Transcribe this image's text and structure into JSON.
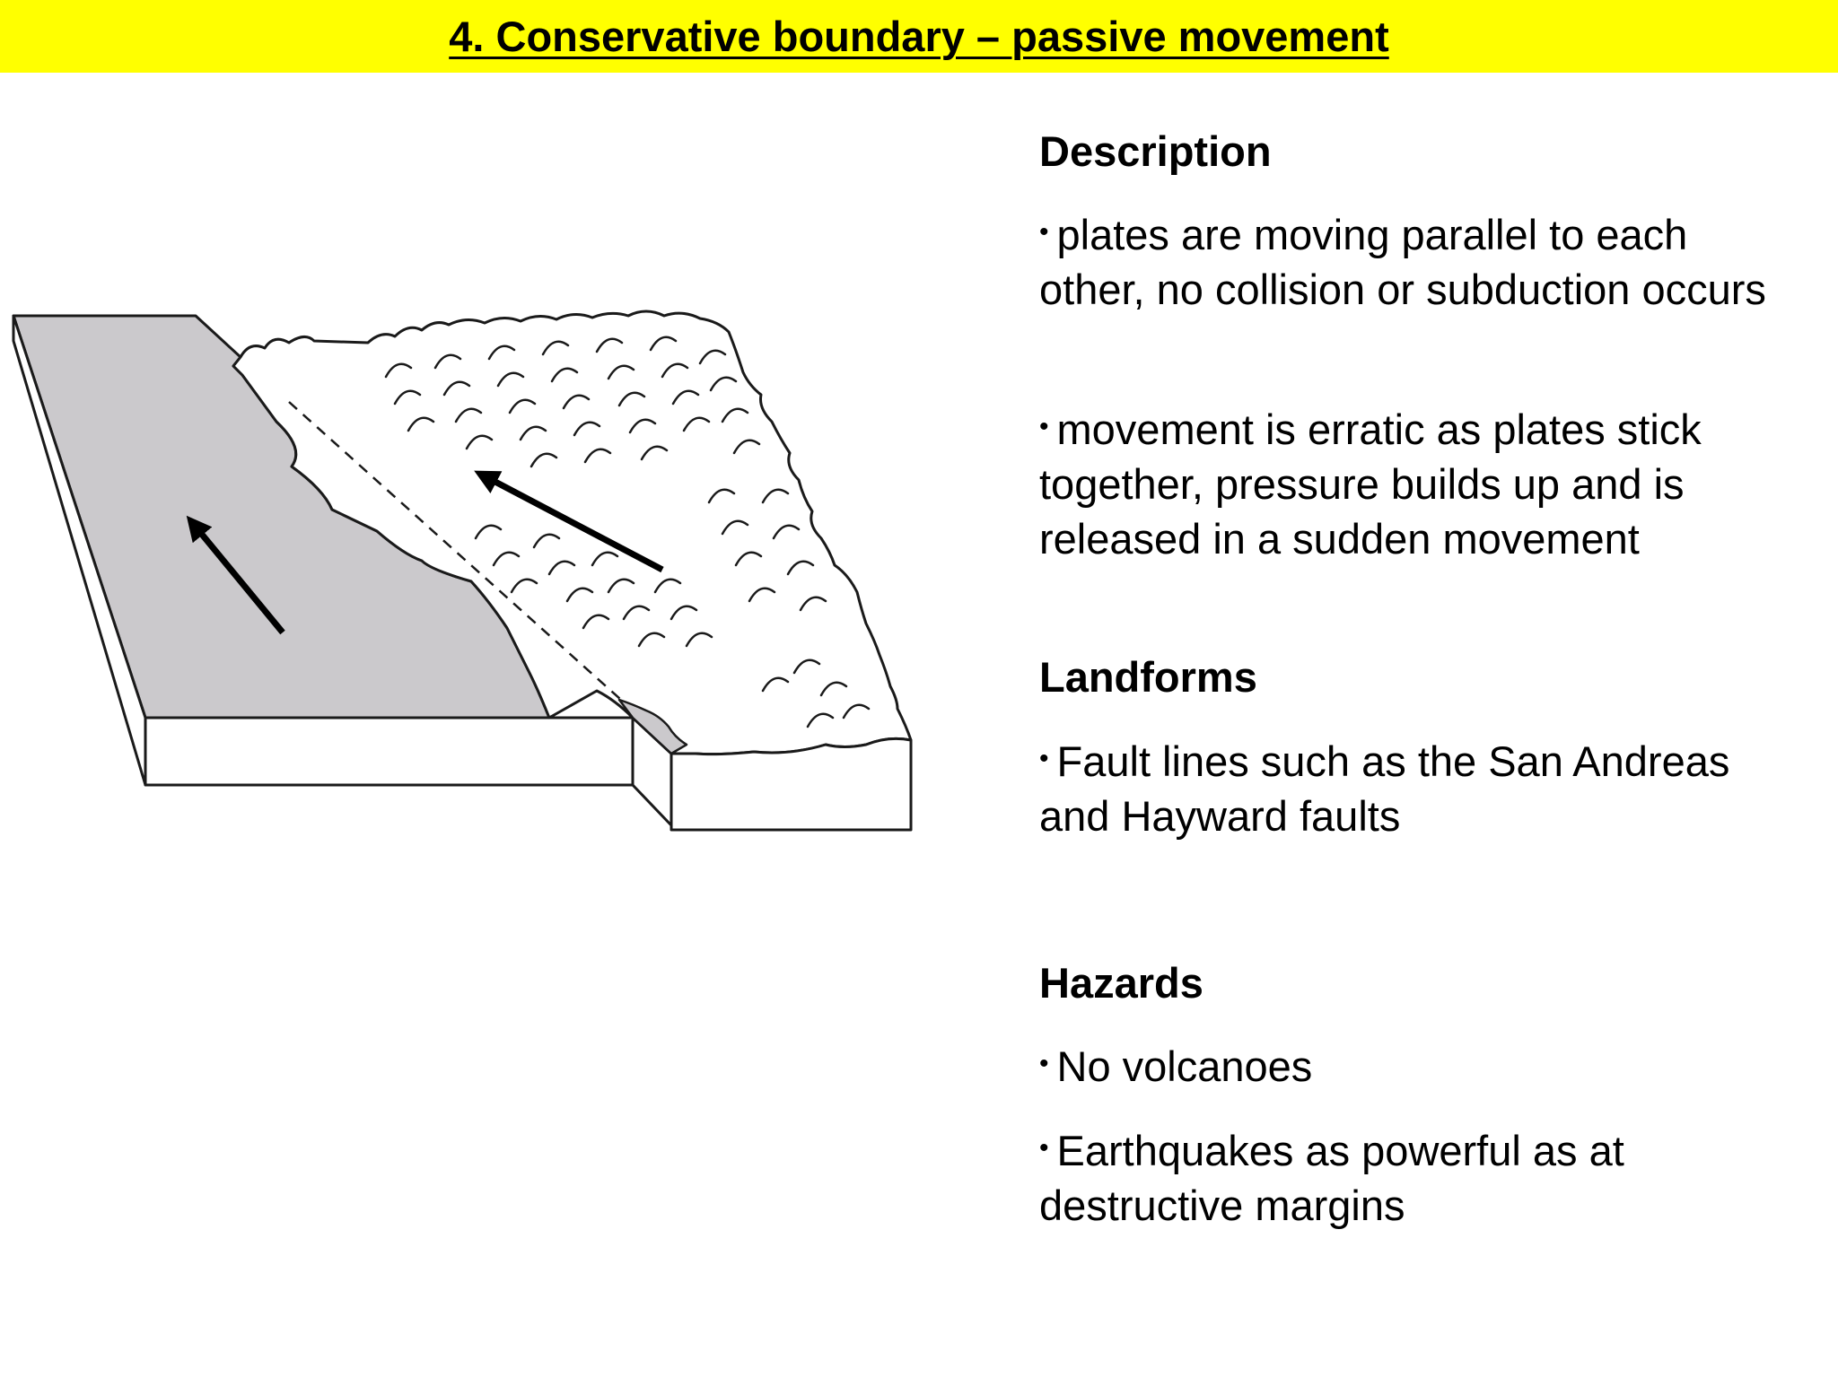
{
  "title": "4. Conservative boundary – passive movement",
  "description": {
    "heading": "Description",
    "bullets": [
      "plates are moving parallel to each other, no collision or subduction occurs",
      "movement is erratic as plates stick together, pressure builds up and is released in a sudden movement"
    ]
  },
  "landforms": {
    "heading": "Landforms",
    "bullets": [
      "Fault lines such as the San Andreas and Hayward faults"
    ]
  },
  "hazards": {
    "heading": "Hazards",
    "bullets": [
      "No volcanoes",
      "Earthquakes as powerful as at destructive margins"
    ]
  },
  "colors": {
    "title_background": "#ffff00",
    "left_plate": "#cbc9cc",
    "right_plate": "#ffffff",
    "outline": "#1a1a1a"
  }
}
